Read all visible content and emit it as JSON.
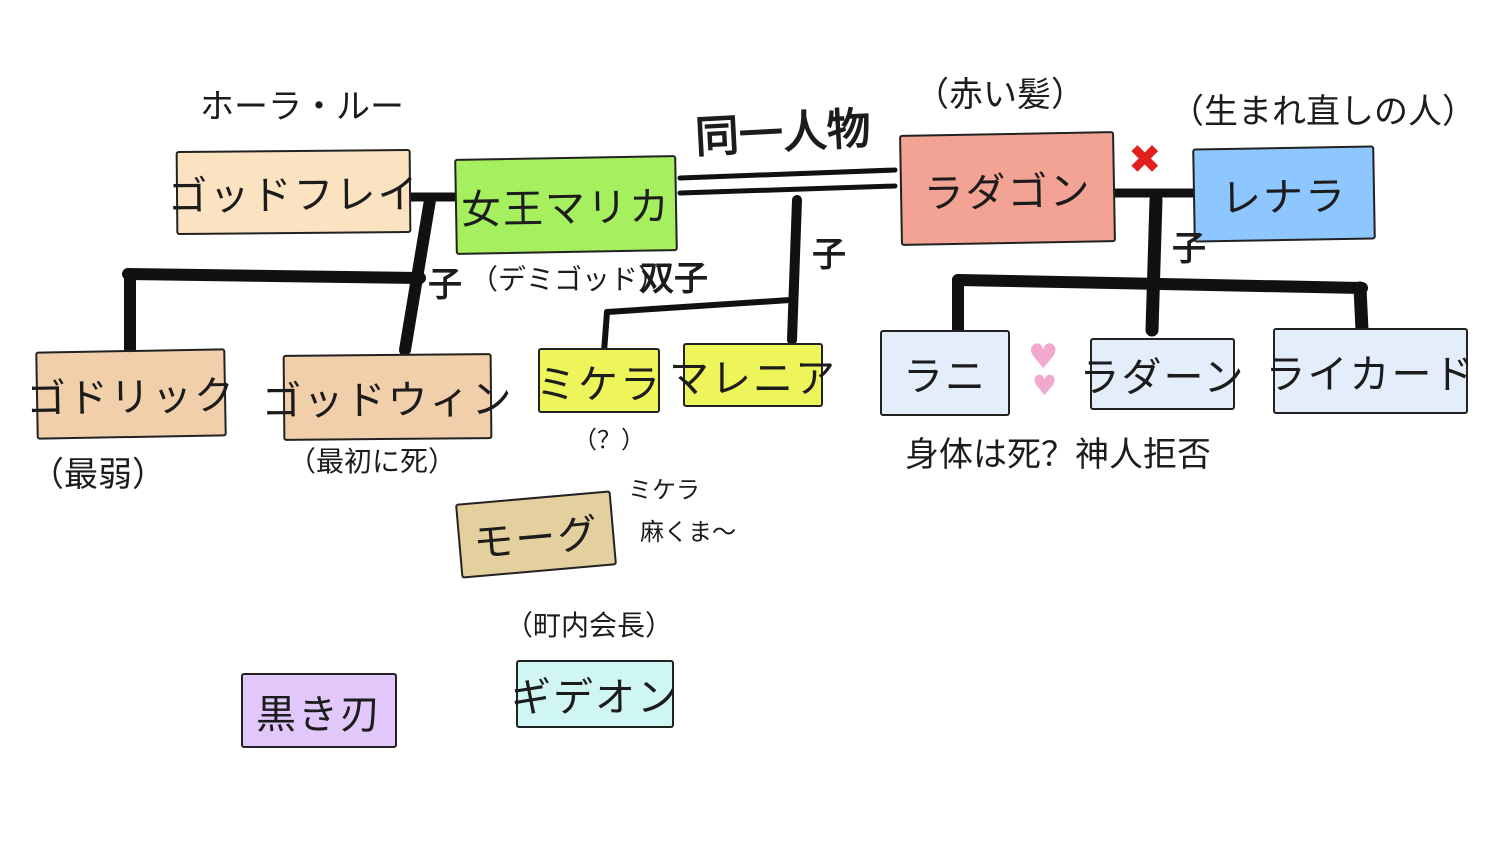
{
  "nodes": {
    "godfrey": {
      "label": "ゴッドフレイ",
      "color": "#fbe3c2"
    },
    "marika": {
      "label": "女王マリカ",
      "color": "#a6ef5e"
    },
    "radagon": {
      "label": "ラダゴン",
      "color": "#f2a394"
    },
    "rennala": {
      "label": "レナラ",
      "color": "#8ec6ff"
    },
    "godrick": {
      "label": "ゴドリック",
      "color": "#f1cfaa"
    },
    "godwyn": {
      "label": "ゴッドウィン",
      "color": "#f1cfaa"
    },
    "miquella": {
      "label": "ミケラ",
      "color": "#eef55a"
    },
    "malenia": {
      "label": "マレニア",
      "color": "#eef55a"
    },
    "ranni": {
      "label": "ラニ",
      "color": "#e4edfa"
    },
    "radahn": {
      "label": "ラダーン",
      "color": "#e4edfa"
    },
    "rykard": {
      "label": "ライカード",
      "color": "#e4edfa"
    },
    "morgott": {
      "label": "モーグ",
      "color": "#e4cf9e"
    },
    "black_knife": {
      "label": "黒き刃",
      "color": "#e2c8fa"
    },
    "gideon": {
      "label": "ギデオン",
      "color": "#cff6f2"
    }
  },
  "notes": {
    "godfrey_title": "ホーラ・ルー",
    "same_person": "同一人物",
    "radagon_note": "（赤い髪）",
    "rennala_note": "（生まれ直しの人）",
    "child_marika_godfrey": "子",
    "demigod": "（デミゴッド）",
    "twins_child": "双子",
    "child_radagon_marika": "子",
    "child_radagon_rennala": "子",
    "godrick_note": "（最弱）",
    "godwyn_note": "（最初に死）",
    "miquella_question": "（？）",
    "morgott_note_1": "ミケラ",
    "morgott_note_2": "麻くま〜",
    "ranni_note": "身体は死？神人拒否",
    "gideon_note": "（町内会長）"
  },
  "icons": {
    "divorce": {
      "name": "cross-mark-icon",
      "glyph": "✖",
      "color": "#e0201c"
    },
    "heart": {
      "name": "heart-icon",
      "glyph": "♥",
      "color": "#f2a9cf"
    }
  }
}
